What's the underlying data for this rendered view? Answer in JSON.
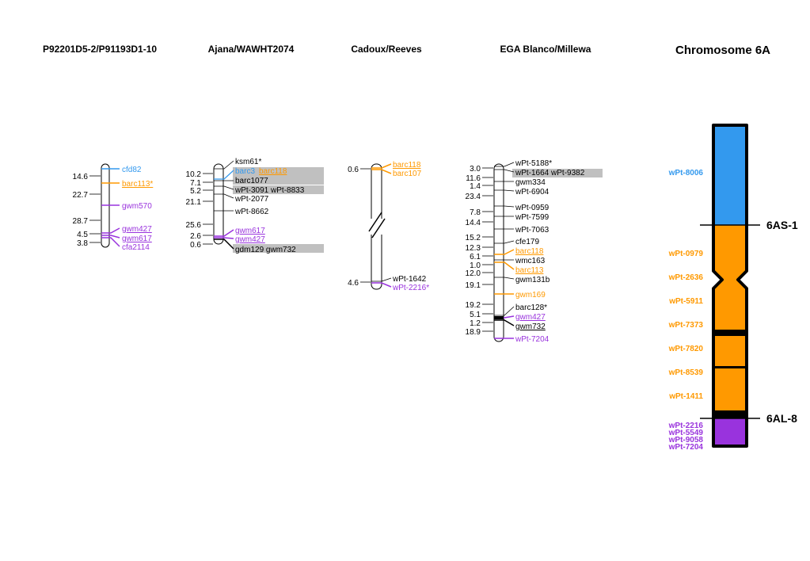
{
  "colors": {
    "blue": "#3399ee",
    "orange": "#ff9900",
    "purple": "#9933dd",
    "black": "#000000",
    "gray": "#c0c0c0"
  },
  "titles": [
    "P92201D5-2/P91193D1-10",
    "Ajana/WAWHT2074",
    "Cadoux/Reeves",
    "EGA Blanco/Millewa",
    "Chromosome 6A"
  ],
  "maps": [
    {
      "name": "P92201D5-2/P91193D1-10",
      "distances": [
        "14.6",
        "22.7",
        "28.7",
        "4.5",
        "3.8"
      ],
      "markers": [
        {
          "label": "cfd82",
          "color": "blue"
        },
        {
          "label": "barc113*",
          "color": "orange",
          "underline": true
        },
        {
          "label": "gwm570",
          "color": "purple"
        },
        {
          "label": "gwm427",
          "color": "purple",
          "underline": true
        },
        {
          "label": "gwm617",
          "color": "purple",
          "underline": true
        },
        {
          "label": "cfa2114",
          "color": "purple"
        }
      ]
    },
    {
      "name": "Ajana/WAWHT2074",
      "distances": [
        "10.2",
        "7.1",
        "5.2",
        "21.1",
        "25.6",
        "2.6",
        "0.6"
      ],
      "markers": [
        {
          "label": "ksm61*",
          "color": "black"
        },
        {
          "label": "barc3",
          "color": "blue"
        },
        {
          "label": "barc118",
          "color": "orange",
          "underline": true
        },
        {
          "label": "barc1077",
          "color": "black"
        },
        {
          "label": "wPt-3091 wPt-8833",
          "color": "black"
        },
        {
          "label": "wPt-2077",
          "color": "black"
        },
        {
          "label": "wPt-8662",
          "color": "black"
        },
        {
          "label": "gwm617",
          "color": "purple",
          "underline": true
        },
        {
          "label": "gwm427",
          "color": "purple",
          "underline": true
        },
        {
          "label": "gdm129 gwm732",
          "color": "black"
        }
      ]
    },
    {
      "name": "Cadoux/Reeves",
      "distances": [
        "0.6",
        "4.6"
      ],
      "markers": [
        {
          "label": "barc118",
          "color": "orange",
          "underline": true
        },
        {
          "label": "barc107",
          "color": "orange"
        },
        {
          "label": "wPt-1642",
          "color": "black"
        },
        {
          "label": "wPt-2216*",
          "color": "purple"
        }
      ]
    },
    {
      "name": "EGA Blanco/Millewa",
      "distances": [
        "3.0",
        "11.6",
        "1.4",
        "23.4",
        "7.8",
        "14.4",
        "15.2",
        "12.3",
        "6.1",
        "1.0",
        "12.0",
        "19.1",
        "19.2",
        "5.1",
        "1.2",
        "18.9"
      ],
      "markers": [
        {
          "label": "wPt-5188*",
          "color": "black"
        },
        {
          "label": "wPt-1664 wPt-9382",
          "color": "black"
        },
        {
          "label": "gwm334",
          "color": "black"
        },
        {
          "label": "wPt-6904",
          "color": "black"
        },
        {
          "label": "wPt-0959",
          "color": "black"
        },
        {
          "label": "wPt-7599",
          "color": "black"
        },
        {
          "label": "wPt-7063",
          "color": "black"
        },
        {
          "label": "cfe179",
          "color": "black"
        },
        {
          "label": "barc118",
          "color": "orange",
          "underline": true
        },
        {
          "label": "wmc163",
          "color": "black"
        },
        {
          "label": "barc113",
          "color": "orange",
          "underline": true
        },
        {
          "label": "gwm131b",
          "color": "black"
        },
        {
          "label": "gwm169",
          "color": "orange"
        },
        {
          "label": "barc128*",
          "color": "black"
        },
        {
          "label": "gwm427",
          "color": "purple",
          "underline": true
        },
        {
          "label": "gwm732",
          "color": "black",
          "underline": true
        },
        {
          "label": "wPt-7204",
          "color": "purple"
        }
      ]
    }
  ],
  "chromosome": {
    "name": "Chromosome 6A",
    "breakpoints": [
      "6AS-1",
      "6AL-8"
    ],
    "markers": [
      {
        "label": "wPt-8006",
        "color": "blue"
      },
      {
        "label": "wPt-0979",
        "color": "orange"
      },
      {
        "label": "wPt-2636",
        "color": "orange"
      },
      {
        "label": "wPt-5911",
        "color": "orange"
      },
      {
        "label": "wPt-7373",
        "color": "orange"
      },
      {
        "label": "wPt-7820",
        "color": "orange"
      },
      {
        "label": "wPt-8539",
        "color": "orange"
      },
      {
        "label": "wPt-1411",
        "color": "orange"
      },
      {
        "label": "wPt-2216",
        "color": "purple"
      },
      {
        "label": "wPt-5549",
        "color": "purple"
      },
      {
        "label": "wPt-9058",
        "color": "purple"
      },
      {
        "label": "wPt-7204",
        "color": "purple"
      }
    ]
  }
}
